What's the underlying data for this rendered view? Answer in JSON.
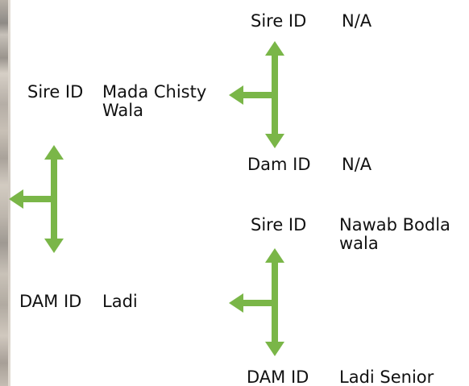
{
  "colors": {
    "arrow": "#7ab648",
    "text": "#111111",
    "background": "#ffffff"
  },
  "background_image": "photo-strip-left-edge",
  "tree": {
    "sire_label": "Sire ID",
    "sire_name": "Mada Chisty Wala",
    "dam_label": "DAM ID",
    "dam_name": "Ladi",
    "sire_parents": {
      "sire_label": "Sire ID",
      "sire_value": "N/A",
      "dam_label": "Dam ID",
      "dam_value": "N/A"
    },
    "dam_parents": {
      "sire_label": "Sire ID",
      "sire_value": "Nawab Bodla wala",
      "dam_label": "DAM ID",
      "dam_value": "Ladi Senior"
    }
  }
}
